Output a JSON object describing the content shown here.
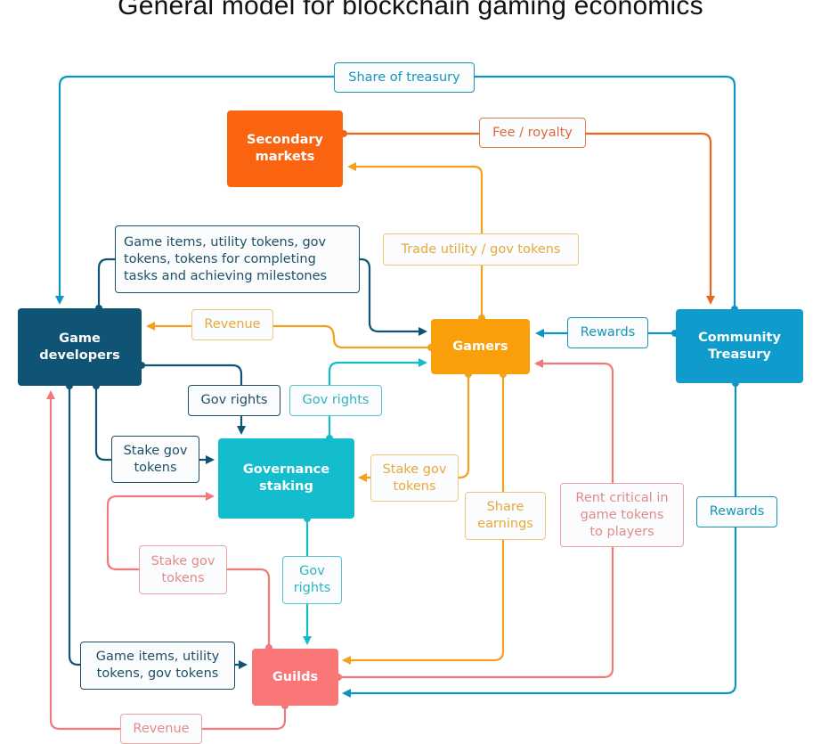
{
  "title": "General model for blockchain gaming economics",
  "colors": {
    "navy": "#0f5474",
    "blue": "#0e94c2",
    "teal": "#12bccc",
    "orange": "#f59f0a",
    "red_orange": "#f56410",
    "coral": "#f47c7c",
    "treasury": "#0f9ccd",
    "gov_staking": "#13bdcd",
    "guilds": "#fa7778",
    "gamers": "#fa9f0a",
    "secondary": "#fa630f",
    "developers": "#0f5474"
  },
  "nodes": {
    "secondary_markets": "Secondary\nmarkets",
    "game_developers": "Game\ndevelopers",
    "gamers": "Gamers",
    "community_treasury": "Community\nTreasury",
    "governance_staking": "Governance\nstaking",
    "guilds": "Guilds"
  },
  "edges": [
    {
      "from": "Community Treasury",
      "to": "Game developers",
      "label": "Share of treasury"
    },
    {
      "from": "Secondary markets",
      "to": "Community Treasury",
      "label": "Fee / royalty"
    },
    {
      "from": "Gamers",
      "to": "Secondary markets",
      "label": "Trade utility / gov tokens"
    },
    {
      "from": "Game developers",
      "to": "Gamers",
      "label": "Game items, utility tokens, gov\ntokens, tokens for completing\ntasks and achieving milestones"
    },
    {
      "from": "Gamers",
      "to": "Game developers",
      "label": "Revenue"
    },
    {
      "from": "Community Treasury",
      "to": "Gamers",
      "label": "Rewards"
    },
    {
      "from": "Game developers",
      "to": "Governance staking",
      "label": "Gov rights"
    },
    {
      "from": "Governance staking",
      "to": "Gamers",
      "label": "Gov rights"
    },
    {
      "from": "Game developers",
      "to": "Governance staking",
      "label": "Stake gov\ntokens"
    },
    {
      "from": "Gamers",
      "to": "Governance staking",
      "label": "Stake gov\ntokens"
    },
    {
      "from": "Gamers",
      "to": "Guilds",
      "label": "Share\nearnings"
    },
    {
      "from": "Guilds",
      "to": "Gamers",
      "label": "Rent critical in\ngame tokens\nto players"
    },
    {
      "from": "Community Treasury",
      "to": "Guilds",
      "label": "Rewards"
    },
    {
      "from": "Guilds",
      "to": "Governance staking",
      "label": "Stake gov\ntokens"
    },
    {
      "from": "Governance staking",
      "to": "Guilds",
      "label": "Gov\nrights"
    },
    {
      "from": "Game developers",
      "to": "Guilds",
      "label": "Game items, utility\ntokens, gov tokens"
    },
    {
      "from": "Guilds",
      "to": "Game developers",
      "label": "Revenue"
    }
  ]
}
